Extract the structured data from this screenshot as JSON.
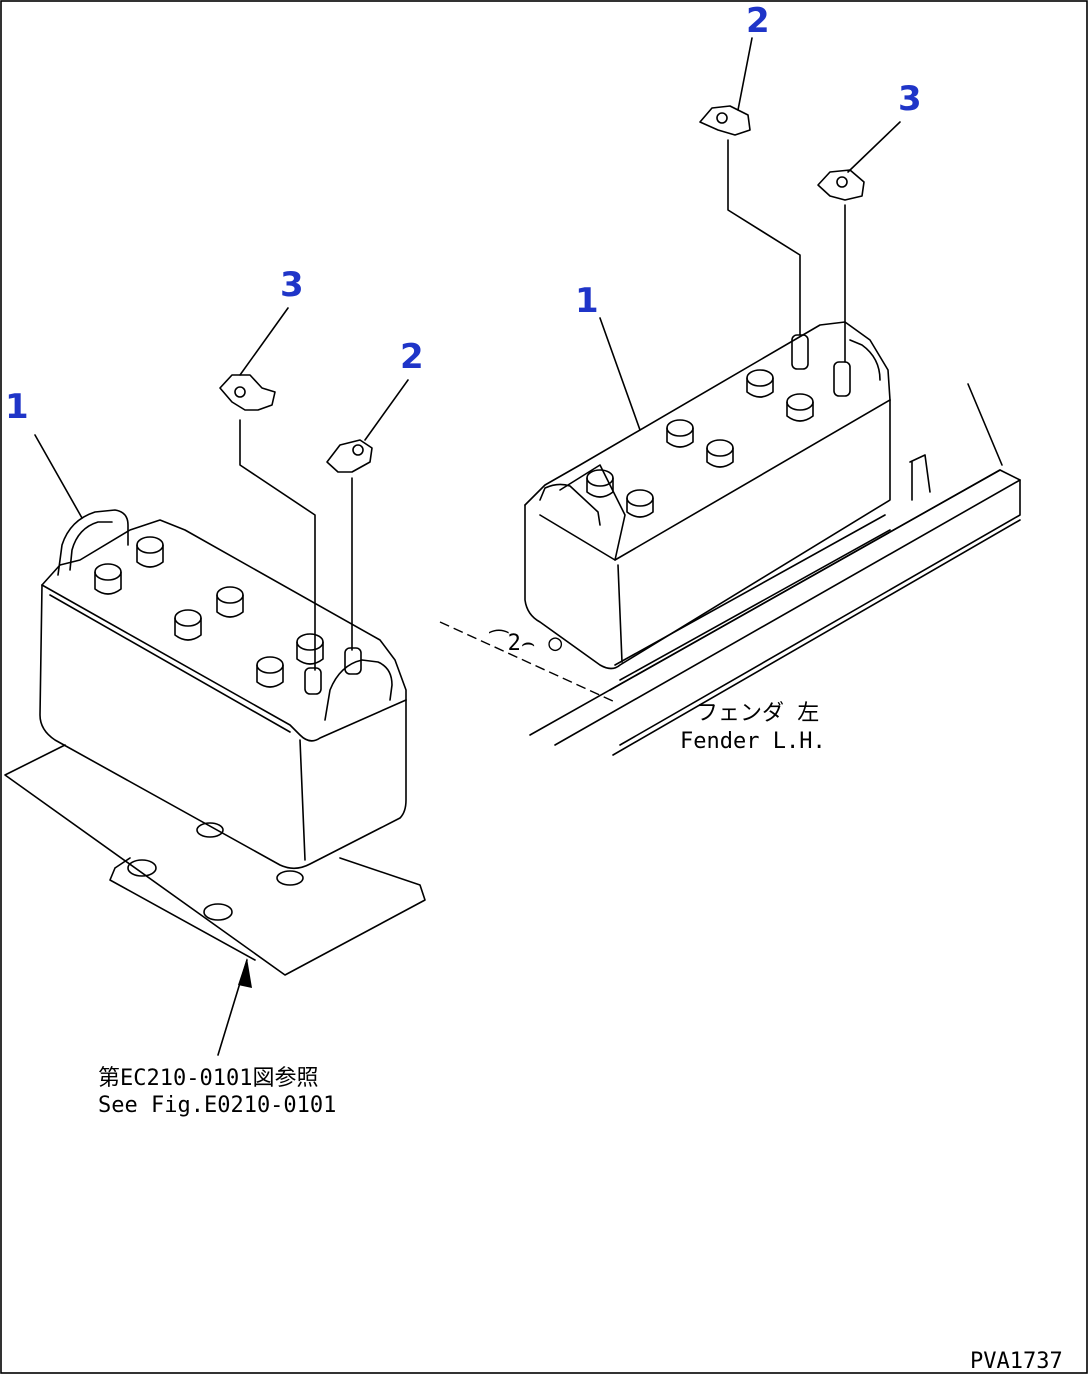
{
  "callouts": {
    "left_battery": "1",
    "left_terminal_plus": "2",
    "left_terminal_minus": "3",
    "right_battery": "1",
    "right_terminal_plus": "2",
    "right_terminal_minus": "3"
  },
  "labels": {
    "fender_jp": "フェンダ 左",
    "fender_en": "Fender L.H.",
    "see_fig_jp": "第EC210-0101図参照",
    "see_fig_en": "See Fig.E0210-0101",
    "figure_id": "PVA1737"
  }
}
